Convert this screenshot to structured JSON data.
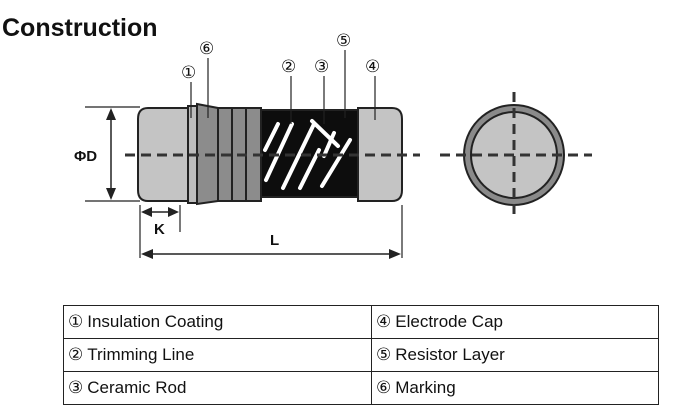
{
  "title": "Construction",
  "callouts": {
    "n1": "①",
    "n2": "②",
    "n3": "③",
    "n4": "④",
    "n5": "⑤",
    "n6": "⑥"
  },
  "dimensions": {
    "diameter": "ΦD",
    "k": "K",
    "length": "L"
  },
  "legend": [
    {
      "left_num": "①",
      "left_label": "Insulation Coating",
      "right_num": "④",
      "right_label": "Electrode Cap"
    },
    {
      "left_num": "②",
      "left_label": "Trimming Line",
      "right_num": "⑤",
      "right_label": "Resistor Layer"
    },
    {
      "left_num": "③",
      "left_label": "Ceramic Rod",
      "right_num": "⑥",
      "right_label": "Marking"
    }
  ],
  "colors": {
    "cap": "#c4c4c4",
    "band_dark": "#8a8a8a",
    "resistor_layer": "#0d0d0d",
    "trim": "#ffffff",
    "line": "#222222"
  }
}
